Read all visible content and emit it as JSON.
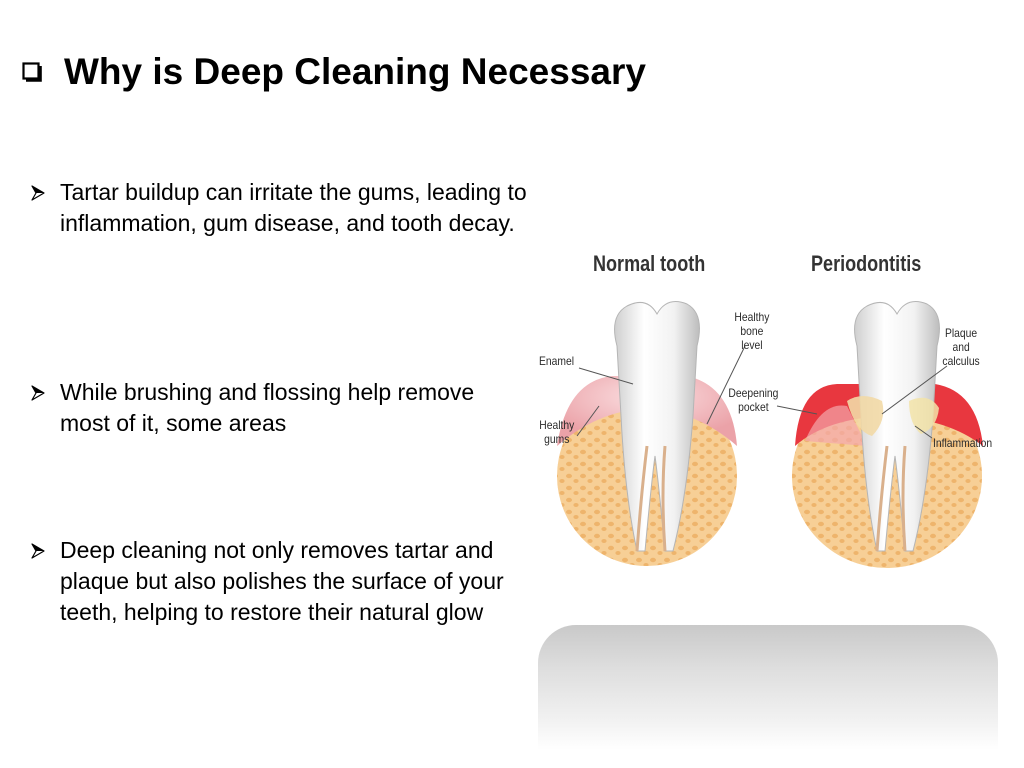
{
  "slide": {
    "title": "Why is Deep Cleaning Necessary",
    "bullets": [
      "Tartar buildup can irritate the gums, leading to inflammation, gum disease, and tooth decay.",
      "While brushing and flossing help remove most of it, some areas",
      "Deep cleaning not only removes tartar and plaque but also polishes the surface of your teeth, helping to restore their natural glow"
    ]
  },
  "figure": {
    "heading_left": "Normal tooth",
    "heading_right": "Periodontitis",
    "labels": {
      "enamel": "Enamel",
      "healthy_gums": "Healthy gums",
      "healthy_bone_level": "Healthy bone level",
      "deepening_pocket": "Deepening pocket",
      "plaque_and_calculus": "Plaque and calculus",
      "inflammation": "Inflammation"
    }
  },
  "colors": {
    "gum_pink": "#f2b8bd",
    "gum_red": "#e0242d",
    "bone": "#f5c98a",
    "tooth": "#f4f4f4",
    "plaque": "#f3dcae"
  },
  "icons": {
    "title_marker": "checkbox-square-icon",
    "bullet_marker": "arrowhead-bullet-icon"
  }
}
